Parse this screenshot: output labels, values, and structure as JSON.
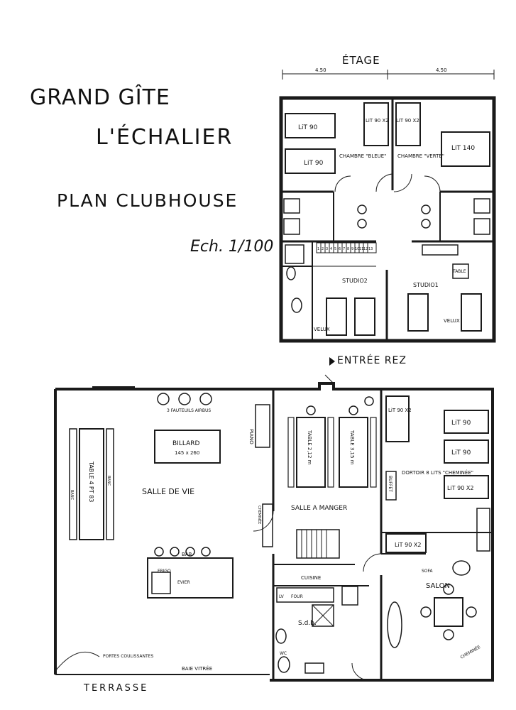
{
  "title": {
    "line1": "GRAND GÎTE",
    "line2": "L'ÉCHALIER",
    "plan": "PLAN CLUBHOUSE",
    "scale": "Ech. 1/100"
  },
  "upper_floor": {
    "heading": "ÉTAGE",
    "dim_left": "4.50",
    "dim_right": "4.50",
    "rooms": {
      "lit90_a": "LiT 90",
      "lit90_b": "LiT 90",
      "lit90_x2_a": "LiT 90 X2",
      "lit90_x2_b": "LiT 90 X2",
      "chambre_bleue": "CHAMBRE \"BLEUE\"",
      "chambre_verte": "CHAMBRE \"VERTE\"",
      "lit140": "LiT 140",
      "studio2": "STUDIO2",
      "studio1": "STUDIO1",
      "table": "TABLE",
      "velux_a": "VELUX",
      "velux_b": "VELUX",
      "stairs": [
        "1",
        "2",
        "3",
        "4",
        "5",
        "6",
        "7",
        "8",
        "9",
        "10",
        "11",
        "12",
        "13"
      ]
    }
  },
  "ground_floor": {
    "entrance": "ENTRÉE REZ",
    "terrace": "TERRASSE",
    "rooms": {
      "fauteuils": "3 FAUTEUILS AIRBUS",
      "piano": "PIANO",
      "billard": "BILLARD",
      "billard_dim": "145 x 260",
      "table_long": "TABLE 4 PT 83",
      "banc_a": "BANC",
      "banc_b": "BANC",
      "salle_de_vie": "SALLE DE VIE",
      "cheminee": "CHEMINÉE",
      "bar": "BAR",
      "frigo": "FRIGO",
      "evier": "EVIER",
      "portes": "PORTES COULISSANTES",
      "baie": "BAIE VITRÉE",
      "table_salle1": "TABLE 2,12 m",
      "table_salle2": "TABLE 3,15 m",
      "salle_a_manger": "SALLE A MANGER",
      "buffet": "BUFFET",
      "cuisine": "CUISINE",
      "lv": "LV",
      "four": "FOUR",
      "sdb": "S.d.b.",
      "wc": "WC",
      "lit90_x2": "LiT 90 X2",
      "lit90_1": "LiT 90",
      "lit90_2": "LiT 90",
      "lit90_3": "LiT 90 X2",
      "dortoir": "DORTOIR 8 LITS \"CHEMINÉE\"",
      "litx2": "LiT 90 X2",
      "sofa": "SOFA",
      "salon": "SALON",
      "cheminee2": "CHEMINÉE"
    }
  },
  "colors": {
    "ink": "#111111",
    "paper": "#ffffff",
    "wall": "#1a1a1a"
  }
}
